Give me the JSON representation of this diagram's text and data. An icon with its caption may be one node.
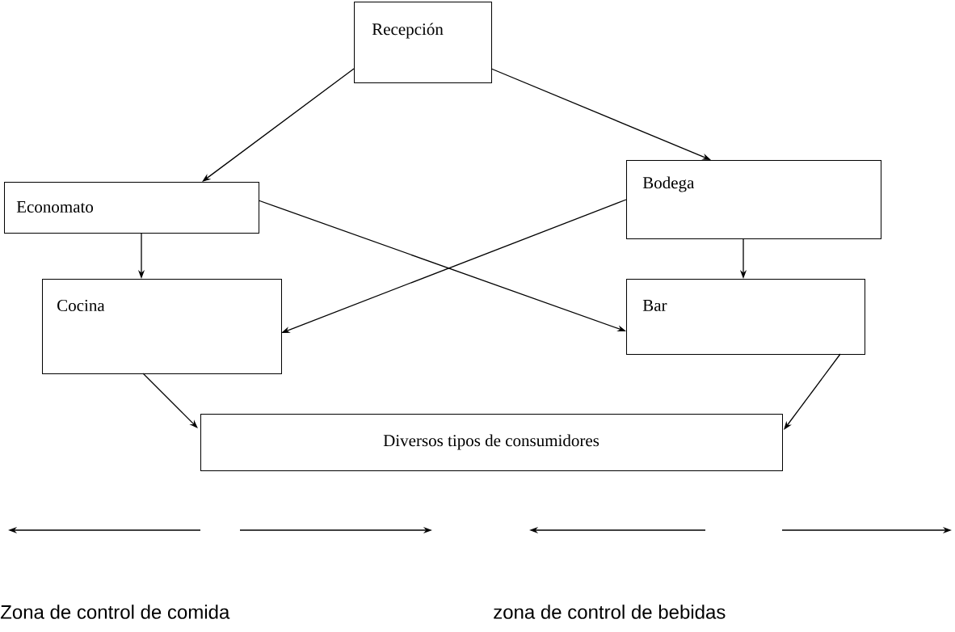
{
  "diagram": {
    "nodes": [
      {
        "text": [
          "Recepción"
        ]
      },
      {
        "text": [
          "Economato"
        ]
      },
      {
        "text": [
          "Bodega"
        ]
      },
      {
        "text": [
          "Cocina"
        ]
      },
      {
        "text": [
          "Bar"
        ]
      },
      {
        "text": [
          "Diversos tipos de consumidores"
        ]
      }
    ],
    "edges": [
      {
        "from": 0,
        "to": 1,
        "arrow": "to"
      },
      {
        "from": 0,
        "to": 2,
        "arrow": "to"
      },
      {
        "from": 1,
        "to": 3,
        "arrow": "to"
      },
      {
        "from": 2,
        "to": 4,
        "arrow": "to"
      },
      {
        "from": 1,
        "to": 4,
        "arrow": "to"
      },
      {
        "from": 2,
        "to": 3,
        "arrow": "to"
      },
      {
        "from": 3,
        "to": 5,
        "arrow": "to"
      },
      {
        "from": 4,
        "to": 5,
        "arrow": "to"
      }
    ],
    "labels": [
      "Zona de control de comida",
      "zona de control de bebidas"
    ]
  }
}
